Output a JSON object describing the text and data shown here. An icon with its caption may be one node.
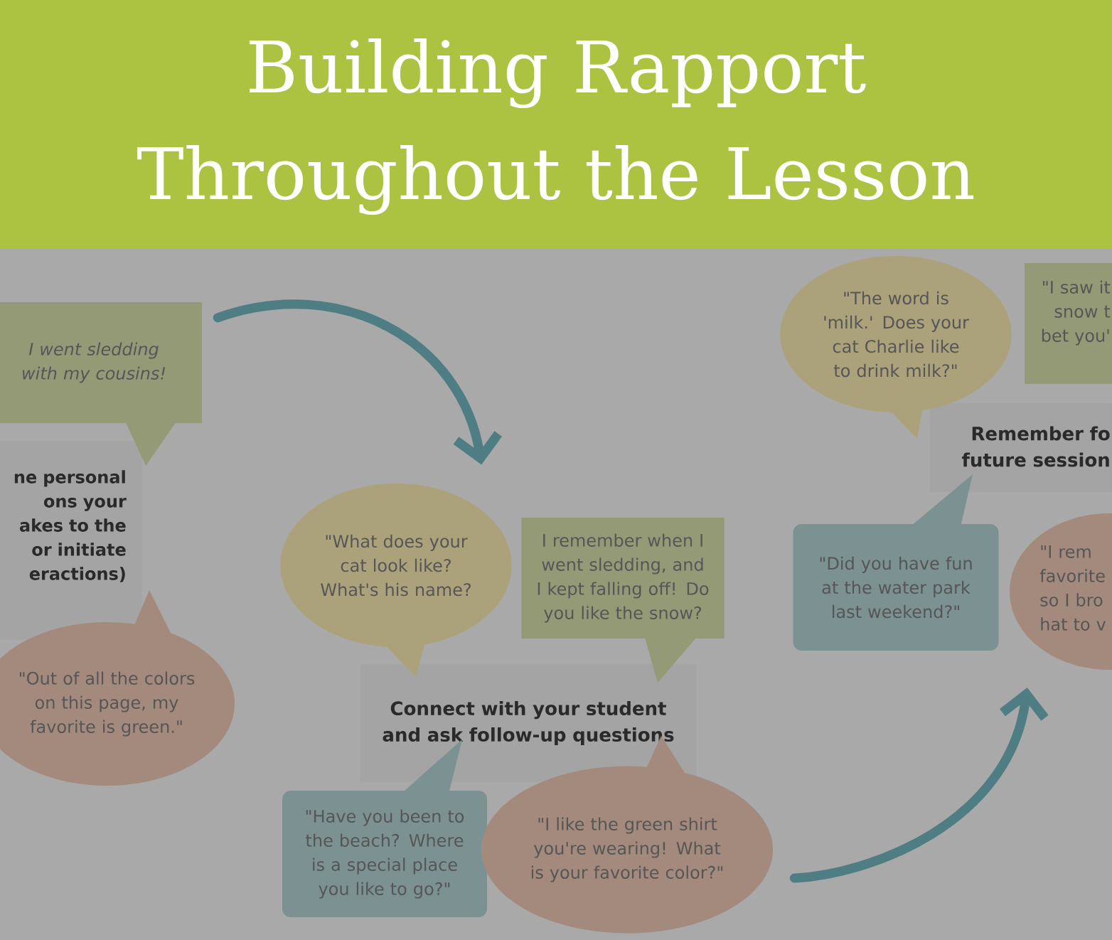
{
  "diagram": {
    "title": "Building Rapport Throughout the Lesson",
    "nodes": [
      {
        "text": [
          "ne personal ons your akes to the or initiate eractions)"
        ]
      },
      {
        "text": [
          "I went sledding with my cousins!"
        ]
      },
      {
        "text": [
          "\"Out of all the colors on this page, my favorite is green.\""
        ]
      },
      {
        "text": [
          "Connect with your student and ask follow-up questions"
        ]
      },
      {
        "text": [
          "\"What does your cat look like? What's his name?"
        ]
      },
      {
        "text": [
          "I remember when I went sledding, and I kept falling off! Do you like the snow?"
        ]
      },
      {
        "text": [
          "\"Have you been to the beach? Where is a special place you like to go?\""
        ]
      },
      {
        "text": [
          "\"I like the green shirt you're wearing! What is your favorite color?\""
        ]
      },
      {
        "text": [
          "Remember fo future session"
        ]
      },
      {
        "text": [
          "\"The word is 'milk.' Does your cat Charlie like to drink milk?\""
        ]
      },
      {
        "text": [
          "\"I saw it snow t bet you'"
        ]
      },
      {
        "text": [
          "\"Did you have fun at the water park last weekend?\""
        ]
      },
      {
        "text": [
          "\"I rem favorite so I bro hat to v"
        ]
      }
    ],
    "edges": [
      {
        "from": 1,
        "to": 4,
        "arrow": "to"
      },
      {
        "from": 7,
        "to": 12,
        "arrow": "to"
      }
    ]
  }
}
